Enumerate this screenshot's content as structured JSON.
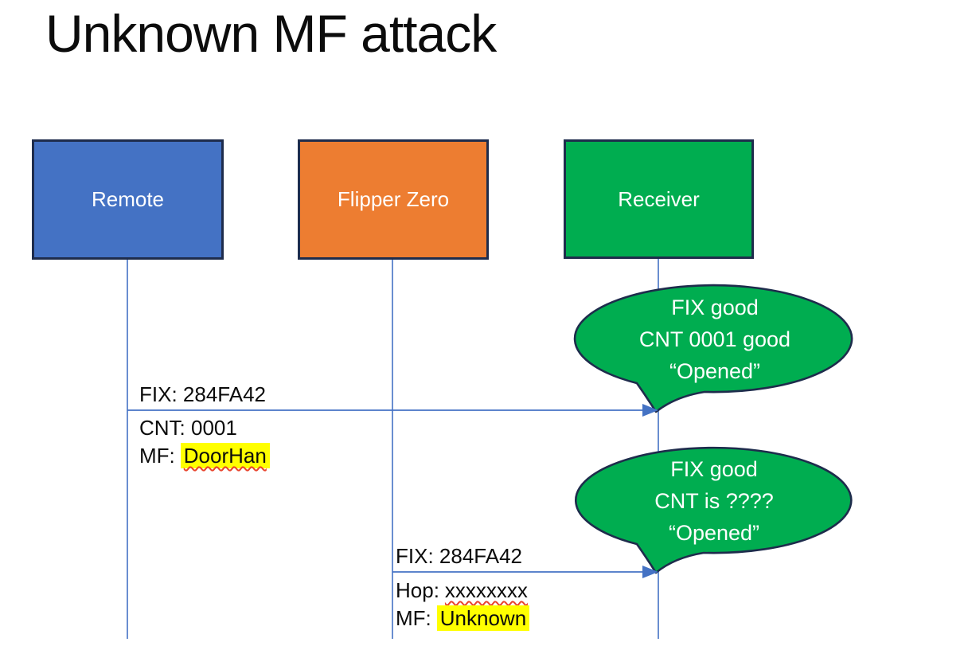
{
  "title": "Unknown MF attack",
  "actors": [
    {
      "label": "Remote",
      "color": "#4472C4"
    },
    {
      "label": "Flipper Zero",
      "color": "#ED7D31"
    },
    {
      "label": "Receiver",
      "color": "#00AD50"
    }
  ],
  "messages": [
    {
      "from": "Remote",
      "to": "Receiver",
      "fix": "FIX: 284FA42",
      "cnt": "CNT: 0001",
      "mf_label": "MF:",
      "mf_value": "DoorHan"
    },
    {
      "from": "Flipper Zero",
      "to": "Receiver",
      "fix": "FIX: 284FA42",
      "hop_label": "Hop:",
      "hop_value": "xxxxxxxx",
      "mf_label": "MF:",
      "mf_value": "Unknown"
    }
  ],
  "bubbles": [
    {
      "line1": "FIX good",
      "line2": "CNT 0001 good",
      "line3": "“Opened”"
    },
    {
      "line1": "FIX good",
      "line2": "CNT is ????",
      "line3": "“Opened”"
    }
  ],
  "colors": {
    "actor_blue": "#4472C4",
    "actor_orange": "#ED7D31",
    "actor_green": "#00AD50",
    "shape_border": "#1E2C4C",
    "connector_blue": "#4472C4",
    "highlight_yellow": "#FFFF00",
    "spellcheck_red": "#E8442E",
    "bubble_fill": "#00AD50",
    "text_white": "#FFFFFF",
    "text_black": "#0B0B0B"
  }
}
